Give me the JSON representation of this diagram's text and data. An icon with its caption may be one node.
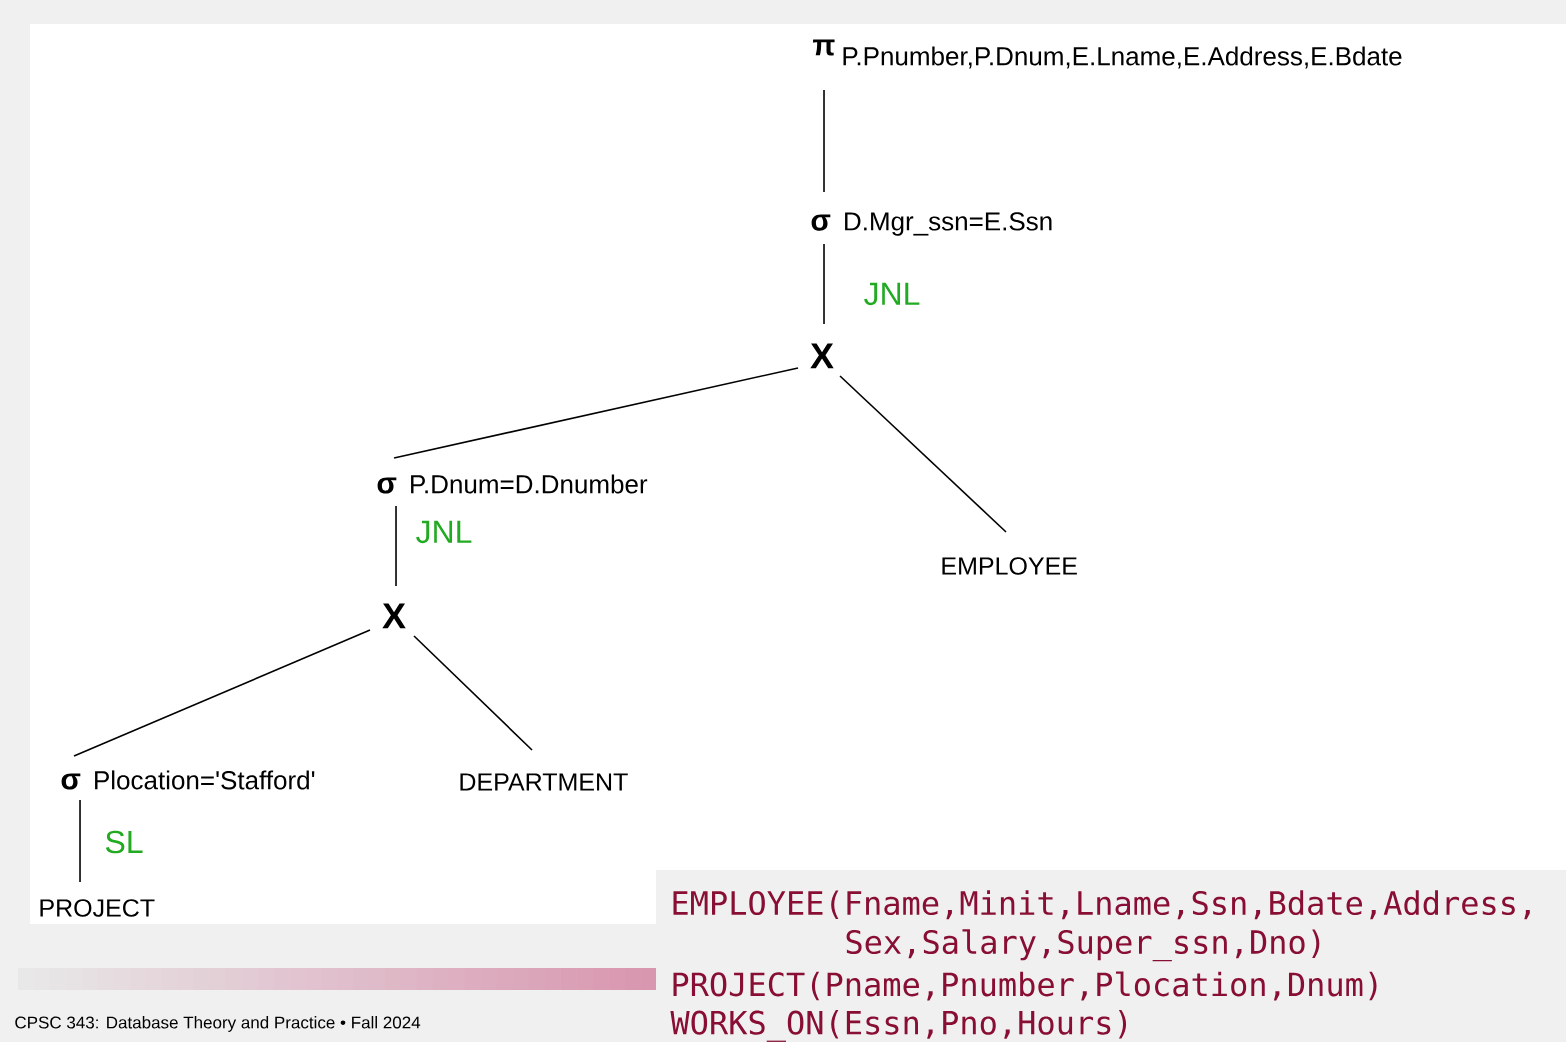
{
  "diagram": {
    "nodes": [
      {
        "text": [
          "π",
          "P.Pnumber,P.Dnum,E.Lname,E.Address,E.Bdate"
        ]
      },
      {
        "text": [
          "σ",
          "D.Mgr_ssn=E.Ssn"
        ]
      },
      {
        "text": [
          "X"
        ]
      },
      {
        "text": [
          "σ",
          "P.Dnum=D.Dnumber"
        ]
      },
      {
        "text": [
          "EMPLOYEE"
        ]
      },
      {
        "text": [
          "X"
        ]
      },
      {
        "text": [
          "σ",
          "Plocation='Stafford'"
        ]
      },
      {
        "text": [
          "DEPARTMENT"
        ]
      },
      {
        "text": [
          "PROJECT"
        ]
      }
    ],
    "edges": [
      {
        "from": 0,
        "to": 1,
        "arrow": "none"
      },
      {
        "from": 1,
        "to": 2,
        "arrow": "none",
        "label": "JNL"
      },
      {
        "from": 2,
        "to": 3,
        "arrow": "none"
      },
      {
        "from": 2,
        "to": 4,
        "arrow": "none"
      },
      {
        "from": 3,
        "to": 5,
        "arrow": "none",
        "label": "JNL"
      },
      {
        "from": 5,
        "to": 6,
        "arrow": "none"
      },
      {
        "from": 5,
        "to": 7,
        "arrow": "none"
      },
      {
        "from": 6,
        "to": 8,
        "arrow": "none",
        "label": "SL"
      }
    ],
    "labels": [
      "EMPLOYEE(Fname,Minit,Lname,Ssn,Bdate,Address, Sex,Salary,Super_ssn,Dno)",
      "PROJECT(Pname,Pnumber,Plocation,Dnum)",
      "WORKS_ON(Essn,Pno,Hours)",
      "CPSC 343: Database Theory and Practice • Fall 2024"
    ]
  }
}
